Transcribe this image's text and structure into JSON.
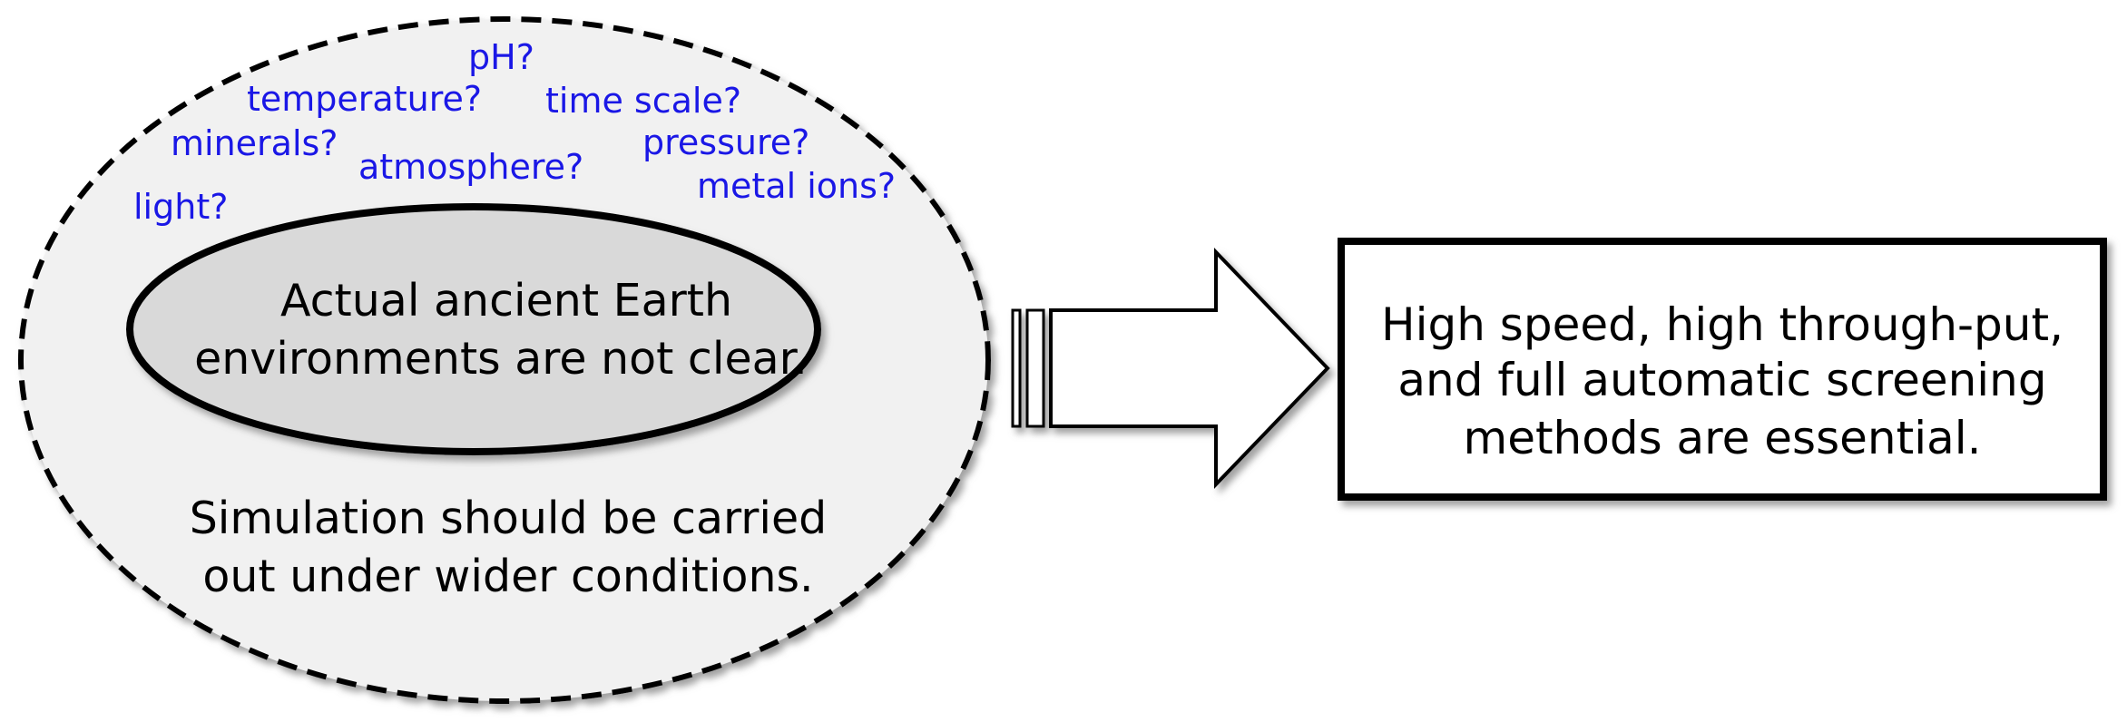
{
  "diagram": {
    "questions": [
      "pH?",
      "temperature?",
      "time scale?",
      "minerals?",
      "pressure?",
      "atmosphere?",
      "metal ions?",
      "light?"
    ],
    "inner_statement": [
      "Actual ancient Earth",
      "environments are not clear."
    ],
    "outer_statement": [
      "Simulation should be carried",
      "out under wider conditions."
    ],
    "conclusion": [
      "High speed, high through-put,",
      "and full automatic screening",
      "methods are essential."
    ]
  },
  "colors": {
    "question_text": "#1a17e6",
    "outer_fill": "#f1f1f1",
    "inner_fill": "#d9d9d9",
    "outline": "#000000",
    "shadow": "#9a9a9a"
  }
}
